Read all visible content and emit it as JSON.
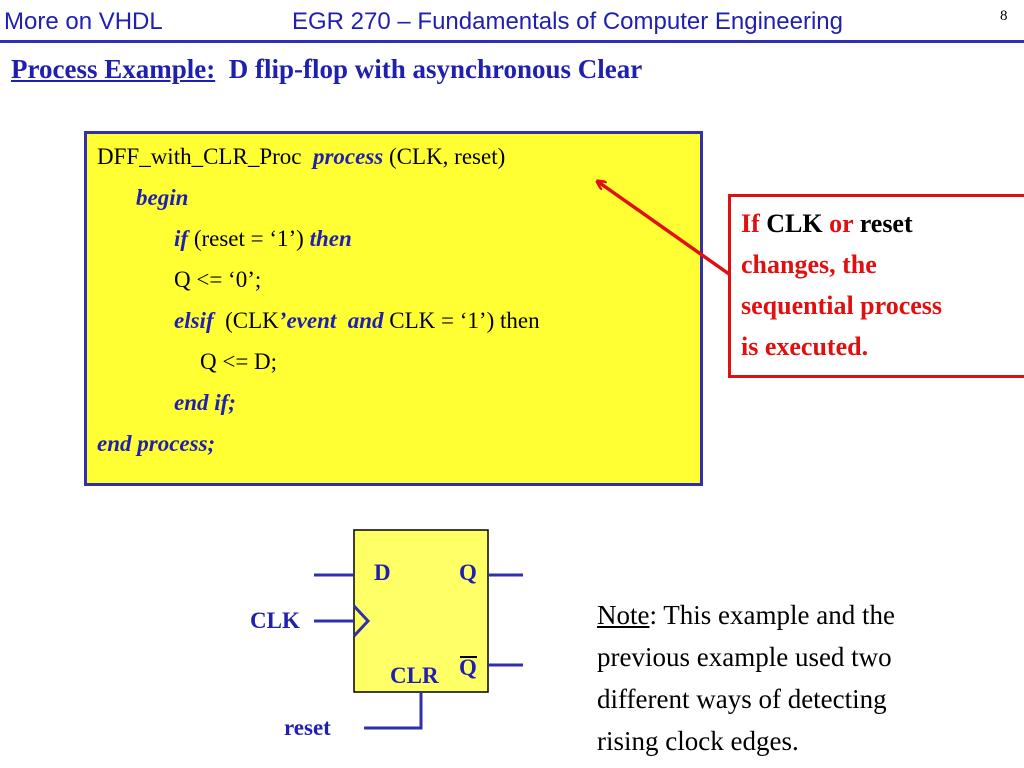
{
  "header": {
    "left": "More on VHDL",
    "center": "EGR 270 – Fundamentals of Computer Engineering",
    "page_number": "8"
  },
  "title": {
    "prefix": "Process Example:",
    "rest": "D flip-flop with asynchronous Clear"
  },
  "code": {
    "l1a": "DFF_with_CLR_Proc",
    "l1b": "process",
    "l1c": "(CLK, reset)",
    "l2": "begin",
    "l3a": "if",
    "l3b": "(reset = ‘1’)",
    "l3c": "then",
    "l4": "Q <= ‘0’;",
    "l5a": "elsif",
    "l5b": "(CLK",
    "l5c": "’event",
    "l5d": "and",
    "l5e": "CLK = ‘1’) then",
    "l6": "Q <= D;",
    "l7": "end if;",
    "l8": "end process;"
  },
  "callout": {
    "w1": "If",
    "w2": "CLK",
    "w3": "or",
    "w4": "reset",
    "line2": "changes, the",
    "line3": "sequential process",
    "line4": "is executed."
  },
  "note": {
    "label": "Note",
    "line1": ":  This example and the",
    "line2": "previous example used two",
    "line3": "different ways of detecting",
    "line4": "rising clock edges."
  },
  "diagram": {
    "d": "D",
    "q": "Q",
    "qbar": "Q",
    "clr": "CLR",
    "clk": "CLK",
    "reset": "reset"
  },
  "colors": {
    "blue": "#1f1fb0",
    "red": "#e01010",
    "yellow": "#ffff33"
  }
}
